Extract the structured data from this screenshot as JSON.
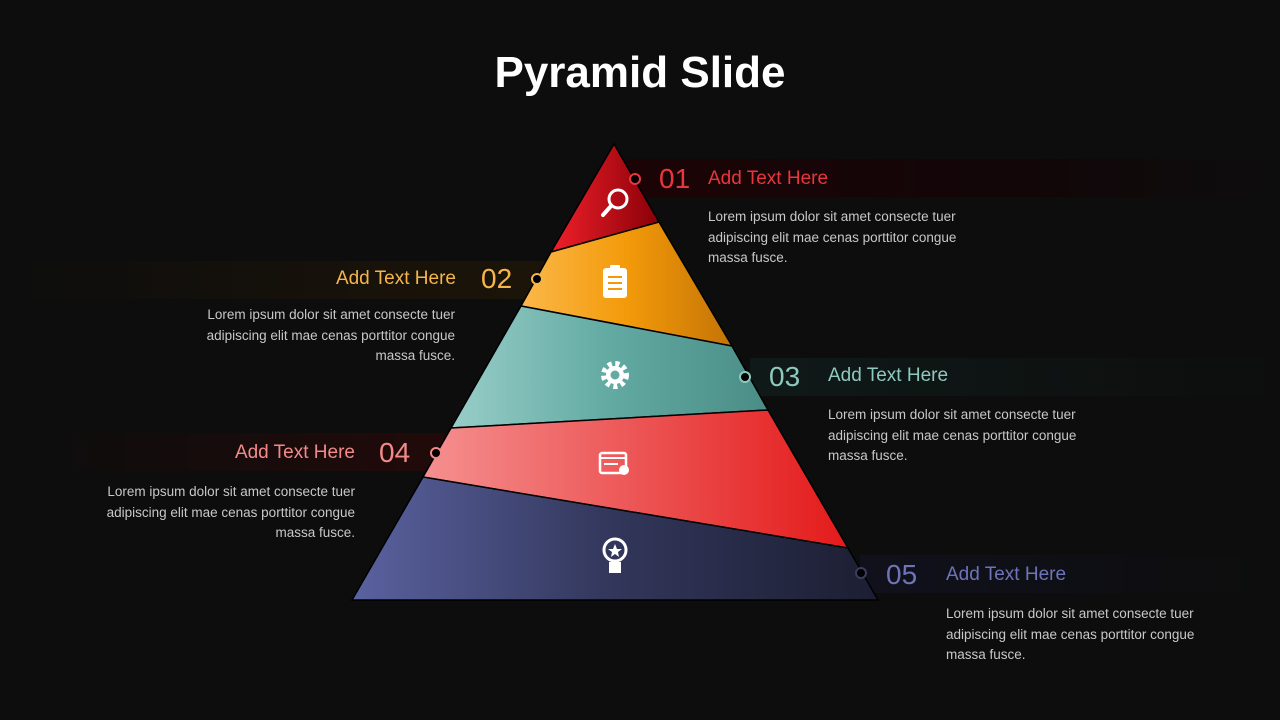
{
  "title": "Pyramid Slide",
  "levels": [
    {
      "num": "01",
      "heading": "Add Text Here",
      "body": "Lorem ipsum dolor sit amet consecte tuer adipiscing elit mae cenas porttitor congue massa fusce.",
      "icon": "search-icon",
      "color": "#e8363f"
    },
    {
      "num": "02",
      "heading": "Add Text Here",
      "body": "Lorem ipsum dolor sit amet consecte tuer adipiscing elit mae cenas porttitor congue massa fusce.",
      "icon": "clipboard-icon",
      "color": "#f5b54a"
    },
    {
      "num": "03",
      "heading": "Add Text Here",
      "body": "Lorem ipsum dolor sit amet consecte tuer adipiscing elit mae cenas porttitor congue massa fusce.",
      "icon": "gear-icon",
      "color": "#8ec9c0"
    },
    {
      "num": "04",
      "heading": "Add Text Here",
      "body": "Lorem ipsum dolor sit amet consecte tuer adipiscing elit mae cenas porttitor congue massa fusce.",
      "icon": "browser-settings-icon",
      "color": "#f28a8a"
    },
    {
      "num": "05",
      "heading": "Add Text Here",
      "body": "Lorem ipsum dolor sit amet consecte tuer adipiscing elit mae cenas porttitor congue massa fusce.",
      "icon": "award-badge-icon",
      "color": "#6f74b8"
    }
  ]
}
